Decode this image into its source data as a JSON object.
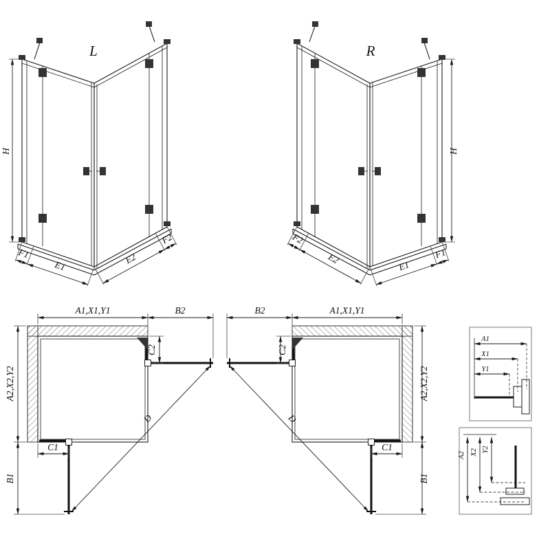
{
  "page": {
    "background": "#ffffff",
    "ink": "#1a1a1a"
  },
  "elevations": {
    "left": {
      "variant": "L",
      "height_label": "H",
      "bottom_left_segments": [
        "F1",
        "E1"
      ],
      "bottom_right_segments": [
        "E2",
        "F2"
      ]
    },
    "right": {
      "variant": "R",
      "height_label": "H",
      "bottom_left_segments": [
        "F2",
        "E2"
      ],
      "bottom_right_segments": [
        "E1",
        "F1"
      ]
    }
  },
  "plans": {
    "left": {
      "top_width": "A1,X1,Y1",
      "door_projection_top": "B2",
      "side_depth": "A2,X2,Y2",
      "fixed_segment_top": "C2",
      "fixed_segment_bottom": "C1",
      "door_projection_side": "B1",
      "diagonal_entry": "D"
    },
    "right": {
      "top_width": "A1,X1,Y1",
      "door_projection_top": "B2",
      "side_depth": "A2,X2,Y2",
      "fixed_segment_top": "C2",
      "fixed_segment_bottom": "C1",
      "door_projection_side": "B1",
      "diagonal_entry": "D"
    }
  },
  "details": {
    "width_detail": {
      "labels": [
        "A1",
        "X1",
        "Y1"
      ]
    },
    "depth_detail": {
      "labels": [
        "A2",
        "X2",
        "Y2"
      ]
    }
  }
}
